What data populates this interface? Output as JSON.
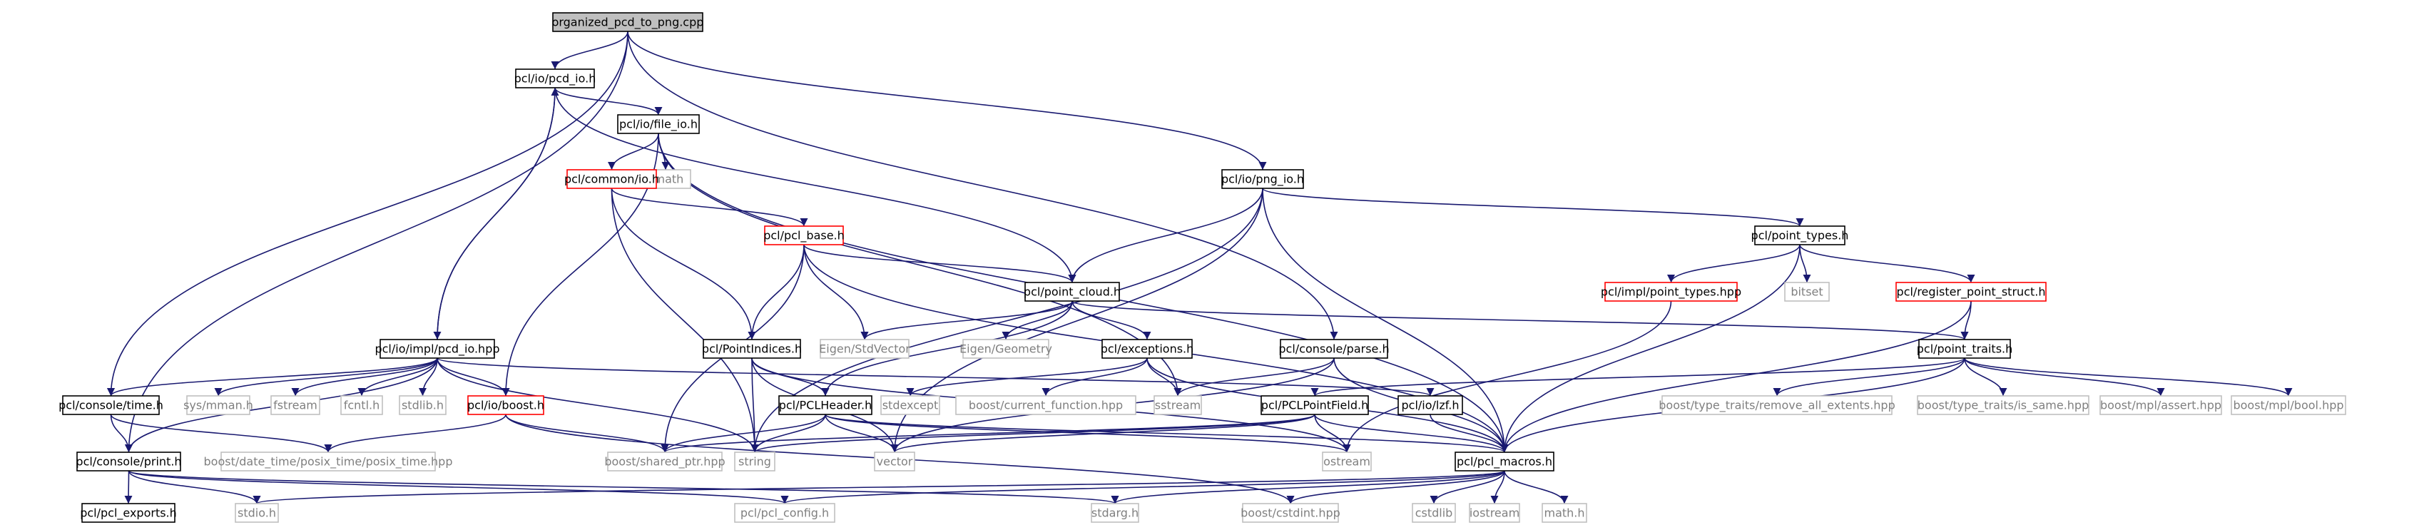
{
  "colors": {
    "edge": "#191970",
    "node_border_defined": "#000000",
    "node_border_truncated": "#ff0000",
    "node_border_external": "#bfbfbf",
    "node_fill_root": "#bfbfbf",
    "node_fill": "#ffffff",
    "node_text_external": "#7f7f7f",
    "node_text": "#000000"
  },
  "graph": {
    "nodes": [
      {
        "id": "root",
        "label": "organized_pcd_to_png.cpp",
        "kind": "root"
      },
      {
        "id": "pcd_io",
        "label": "pcl/io/pcd_io.h",
        "kind": "normal"
      },
      {
        "id": "file_io",
        "label": "pcl/io/file_io.h",
        "kind": "normal"
      },
      {
        "id": "cmath",
        "label": "cmath",
        "kind": "external"
      },
      {
        "id": "common_io",
        "label": "pcl/common/io.h",
        "kind": "truncated"
      },
      {
        "id": "png_io",
        "label": "pcl/io/png_io.h",
        "kind": "normal"
      },
      {
        "id": "pcl_base",
        "label": "pcl/pcl_base.h",
        "kind": "truncated"
      },
      {
        "id": "point_types",
        "label": "pcl/point_types.h",
        "kind": "normal"
      },
      {
        "id": "impl_point_types",
        "label": "pcl/impl/point_types.hpp",
        "kind": "truncated"
      },
      {
        "id": "bitset",
        "label": "bitset",
        "kind": "external"
      },
      {
        "id": "register_point_struct",
        "label": "pcl/register_point_struct.h",
        "kind": "truncated"
      },
      {
        "id": "point_cloud",
        "label": "pcl/point_cloud.h",
        "kind": "normal"
      },
      {
        "id": "eigen_stdvector",
        "label": "Eigen/StdVector",
        "kind": "external"
      },
      {
        "id": "eigen_geometry",
        "label": "Eigen/Geometry",
        "kind": "external"
      },
      {
        "id": "point_indices",
        "label": "pcl/PointIndices.h",
        "kind": "normal"
      },
      {
        "id": "exceptions",
        "label": "pcl/exceptions.h",
        "kind": "normal"
      },
      {
        "id": "console_parse",
        "label": "pcl/console/parse.h",
        "kind": "normal"
      },
      {
        "id": "point_traits",
        "label": "pcl/point_traits.h",
        "kind": "normal"
      },
      {
        "id": "pcd_io_hpp",
        "label": "pcl/io/impl/pcd_io.hpp",
        "kind": "normal"
      },
      {
        "id": "console_time",
        "label": "pcl/console/time.h",
        "kind": "normal"
      },
      {
        "id": "sys_mman",
        "label": "sys/mman.h",
        "kind": "external"
      },
      {
        "id": "fstream",
        "label": "fstream",
        "kind": "external"
      },
      {
        "id": "fcntl",
        "label": "fcntl.h",
        "kind": "external"
      },
      {
        "id": "stdlib",
        "label": "stdlib.h",
        "kind": "external"
      },
      {
        "id": "io_boost",
        "label": "pcl/io/boost.h",
        "kind": "truncated"
      },
      {
        "id": "pcl_header",
        "label": "pcl/PCLHeader.h",
        "kind": "normal"
      },
      {
        "id": "stdexcept",
        "label": "stdexcept",
        "kind": "external"
      },
      {
        "id": "boost_current_function",
        "label": "boost/current_function.hpp",
        "kind": "external"
      },
      {
        "id": "sstream",
        "label": "sstream",
        "kind": "external"
      },
      {
        "id": "pcl_point_field",
        "label": "pcl/PCLPointField.h",
        "kind": "normal"
      },
      {
        "id": "io_lzf",
        "label": "pcl/io/lzf.h",
        "kind": "normal"
      },
      {
        "id": "remove_all_extents",
        "label": "boost/type_traits/remove_all_extents.hpp",
        "kind": "external"
      },
      {
        "id": "is_same",
        "label": "boost/type_traits/is_same.hpp",
        "kind": "external"
      },
      {
        "id": "mpl_assert",
        "label": "boost/mpl/assert.hpp",
        "kind": "external"
      },
      {
        "id": "mpl_bool",
        "label": "boost/mpl/bool.hpp",
        "kind": "external"
      },
      {
        "id": "console_print",
        "label": "pcl/console/print.h",
        "kind": "normal"
      },
      {
        "id": "posix_time",
        "label": "boost/date_time/posix_time/posix_time.hpp",
        "kind": "external"
      },
      {
        "id": "shared_ptr",
        "label": "boost/shared_ptr.hpp",
        "kind": "external"
      },
      {
        "id": "string",
        "label": "string",
        "kind": "external"
      },
      {
        "id": "vector",
        "label": "vector",
        "kind": "external"
      },
      {
        "id": "ostream",
        "label": "ostream",
        "kind": "external"
      },
      {
        "id": "pcl_macros",
        "label": "pcl/pcl_macros.h",
        "kind": "normal"
      },
      {
        "id": "pcl_exports",
        "label": "pcl/pcl_exports.h",
        "kind": "normal"
      },
      {
        "id": "stdio",
        "label": "stdio.h",
        "kind": "external"
      },
      {
        "id": "pcl_config",
        "label": "pcl/pcl_config.h",
        "kind": "external"
      },
      {
        "id": "stdarg",
        "label": "stdarg.h",
        "kind": "external"
      },
      {
        "id": "cstdint",
        "label": "boost/cstdint.hpp",
        "kind": "external"
      },
      {
        "id": "cstdlib",
        "label": "cstdlib",
        "kind": "external"
      },
      {
        "id": "iostream",
        "label": "iostream",
        "kind": "external"
      },
      {
        "id": "math",
        "label": "math.h",
        "kind": "external"
      }
    ],
    "edges": [
      [
        "root",
        "pcd_io"
      ],
      [
        "root",
        "png_io"
      ],
      [
        "root",
        "console_parse"
      ],
      [
        "root",
        "console_time"
      ],
      [
        "root",
        "console_print"
      ],
      [
        "pcd_io",
        "file_io"
      ],
      [
        "pcd_io",
        "point_cloud"
      ],
      [
        "pcd_io",
        "pcd_io_hpp"
      ],
      [
        "file_io",
        "cmath"
      ],
      [
        "file_io",
        "common_io"
      ],
      [
        "file_io",
        "io_boost"
      ],
      [
        "file_io",
        "pcl_macros"
      ],
      [
        "file_io",
        "sstream"
      ],
      [
        "common_io",
        "pcl_base"
      ],
      [
        "common_io",
        "point_indices"
      ],
      [
        "common_io",
        "string"
      ],
      [
        "png_io",
        "point_types"
      ],
      [
        "png_io",
        "point_cloud"
      ],
      [
        "png_io",
        "string"
      ],
      [
        "png_io",
        "vector"
      ],
      [
        "png_io",
        "pcl_macros"
      ],
      [
        "pcl_base",
        "point_cloud"
      ],
      [
        "pcl_base",
        "point_indices"
      ],
      [
        "pcl_base",
        "eigen_stdvector"
      ],
      [
        "pcl_base",
        "shared_ptr"
      ],
      [
        "pcl_base",
        "pcl_macros"
      ],
      [
        "point_types",
        "impl_point_types"
      ],
      [
        "point_types",
        "bitset"
      ],
      [
        "point_types",
        "register_point_struct"
      ],
      [
        "point_types",
        "pcl_macros"
      ],
      [
        "impl_point_types",
        "ostream"
      ],
      [
        "register_point_struct",
        "point_traits"
      ],
      [
        "register_point_struct",
        "pcl_macros"
      ],
      [
        "point_cloud",
        "eigen_stdvector"
      ],
      [
        "point_cloud",
        "eigen_geometry"
      ],
      [
        "point_cloud",
        "exceptions"
      ],
      [
        "point_cloud",
        "pcl_header"
      ],
      [
        "point_cloud",
        "point_traits"
      ],
      [
        "point_indices",
        "pcl_header"
      ],
      [
        "point_indices",
        "string"
      ],
      [
        "point_indices",
        "vector"
      ],
      [
        "point_indices",
        "ostream"
      ],
      [
        "exceptions",
        "stdexcept"
      ],
      [
        "exceptions",
        "boost_current_function"
      ],
      [
        "exceptions",
        "sstream"
      ],
      [
        "exceptions",
        "pcl_macros"
      ],
      [
        "console_parse",
        "sstream"
      ],
      [
        "console_parse",
        "pcl_macros"
      ],
      [
        "console_parse",
        "vector"
      ],
      [
        "point_traits",
        "pcl_point_field"
      ],
      [
        "point_traits",
        "remove_all_extents"
      ],
      [
        "point_traits",
        "is_same"
      ],
      [
        "point_traits",
        "mpl_assert"
      ],
      [
        "point_traits",
        "mpl_bool"
      ],
      [
        "point_traits",
        "pcl_macros"
      ],
      [
        "pcd_io_hpp",
        "pcd_io"
      ],
      [
        "pcd_io_hpp",
        "console_time"
      ],
      [
        "pcd_io_hpp",
        "sys_mman"
      ],
      [
        "pcd_io_hpp",
        "fstream"
      ],
      [
        "pcd_io_hpp",
        "fcntl"
      ],
      [
        "pcd_io_hpp",
        "stdlib"
      ],
      [
        "pcd_io_hpp",
        "io_boost"
      ],
      [
        "pcd_io_hpp",
        "io_lzf"
      ],
      [
        "pcd_io_hpp",
        "console_print"
      ],
      [
        "pcd_io_hpp",
        "string"
      ],
      [
        "console_time",
        "console_print"
      ],
      [
        "console_time",
        "posix_time"
      ],
      [
        "io_boost",
        "posix_time"
      ],
      [
        "io_boost",
        "shared_ptr"
      ],
      [
        "io_boost",
        "cstdint"
      ],
      [
        "pcl_header",
        "shared_ptr"
      ],
      [
        "pcl_header",
        "string"
      ],
      [
        "pcl_header",
        "vector"
      ],
      [
        "pcl_header",
        "ostream"
      ],
      [
        "pcl_header",
        "pcl_macros"
      ],
      [
        "pcl_point_field",
        "shared_ptr"
      ],
      [
        "pcl_point_field",
        "string"
      ],
      [
        "pcl_point_field",
        "vector"
      ],
      [
        "pcl_point_field",
        "ostream"
      ],
      [
        "pcl_point_field",
        "pcl_macros"
      ],
      [
        "io_lzf",
        "pcl_macros"
      ],
      [
        "console_print",
        "pcl_exports"
      ],
      [
        "console_print",
        "stdio"
      ],
      [
        "console_print",
        "pcl_config"
      ],
      [
        "console_print",
        "stdarg"
      ],
      [
        "pcl_macros",
        "stdio"
      ],
      [
        "pcl_macros",
        "pcl_config"
      ],
      [
        "pcl_macros",
        "stdarg"
      ],
      [
        "pcl_macros",
        "cstdint"
      ],
      [
        "pcl_macros",
        "cstdlib"
      ],
      [
        "pcl_macros",
        "iostream"
      ],
      [
        "pcl_macros",
        "math"
      ]
    ]
  }
}
